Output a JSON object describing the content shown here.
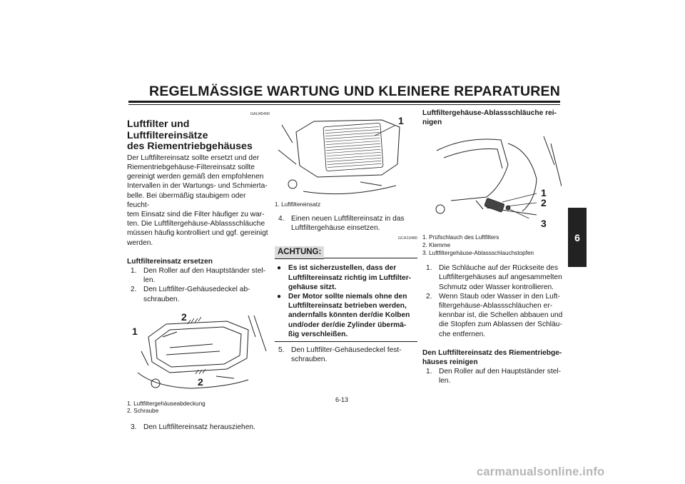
{
  "header": {
    "title": "REGELMÄSSIGE WARTUNG UND KLEINERE REPARATUREN"
  },
  "chapter_tab": "6",
  "left": {
    "code": "GAU45490",
    "heading": "Luftfilter und Luftfiltereinsätze des Riementriebgehäuses",
    "heading_line1": "Luftfilter und Luftfiltereinsätze",
    "heading_line2": "des Riementriebgehäuses",
    "intro_lines": [
      "Der Luftfiltereinsatz sollte ersetzt und der",
      "Riementriebgehäuse-Filtereinsatz sollte",
      "gereinigt werden gemäß den empfohlenen",
      "Intervallen in der Wartungs- und Schmierta-",
      "belle. Bei übermäßig staubigem oder feucht-",
      "tem Einsatz sind die Filter häufiger zu war-",
      "ten. Die Luftfiltergehäuse-Ablassschläuche",
      "müssen häufig kontrolliert und ggf. gereinigt",
      "werden."
    ],
    "subheading": "Luftfiltereinsatz ersetzen",
    "step1_num": "1.",
    "step1_lines": [
      "Den Roller auf den Hauptständer stel-",
      "len."
    ],
    "step2_num": "2.",
    "step2_lines": [
      "Den Luftfilter-Gehäusedeckel ab-",
      "schrauben."
    ],
    "fig_callouts": [
      "1",
      "2",
      "2"
    ],
    "caption1": "1. Luftfiltergehäuseabdeckung",
    "caption2": "2. Schraube",
    "step3_num": "3.",
    "step3_text": "Den Luftfiltereinsatz herausziehen."
  },
  "middle": {
    "fig_callout": "1",
    "caption1": "1. Luftfiltereinsatz",
    "step4_num": "4.",
    "step4_lines": [
      "Einen neuen Luftfiltereinsatz in das",
      "Luftfiltergehäuse einsetzen."
    ],
    "code": "GCA10480",
    "warning_label": "ACHTUNG:",
    "bullet1_lines": [
      "Es ist sicherzustellen, dass der",
      "Luftfiltereinsatz richtig im Luftfilter-",
      "gehäuse sitzt."
    ],
    "bullet2_lines": [
      "Der Motor sollte niemals ohne den",
      "Luftfiltereinsatz betrieben werden,",
      "andernfalls könnten der/die Kolben",
      "und/oder der/die Zylinder übermä-",
      "ßig verschleißen."
    ],
    "step5_num": "5.",
    "step5_lines": [
      "Den Luftfilter-Gehäusedeckel fest-",
      "schrauben."
    ]
  },
  "right": {
    "heading_lines": [
      "Luftfiltergehäuse-Ablassschläuche rei-",
      "nigen"
    ],
    "fig_callouts": [
      "1",
      "2",
      "3"
    ],
    "caption1": "1. Prüfschlauch des Luftfilters",
    "caption2": "2. Klemme",
    "caption3": "3. Luftfiltergehäuse-Ablassschlauchstopfen",
    "step1_num": "1.",
    "step1_lines": [
      "Die Schläuche auf der Rückseite des",
      "Luftfiltergehäuses auf angesammelten",
      "Schmutz oder Wasser kontrollieren."
    ],
    "step2_num": "2.",
    "step2_lines": [
      "Wenn Staub oder Wasser in den Luft-",
      "filtergehäuse-Ablassschläuchen er-",
      "kennbar ist, die Schellen abbauen und",
      "die Stopfen zum Ablassen der Schläu-",
      "che entfernen."
    ],
    "subheading_lines": [
      "Den Luftfiltereinsatz des Riementriebge-",
      "häuses reinigen"
    ],
    "step3_num": "1.",
    "step3_lines": [
      "Den Roller auf den Hauptständer stel-",
      "len."
    ]
  },
  "footer": {
    "page_number": "6-13",
    "watermark": "carmanualsonline.info"
  }
}
